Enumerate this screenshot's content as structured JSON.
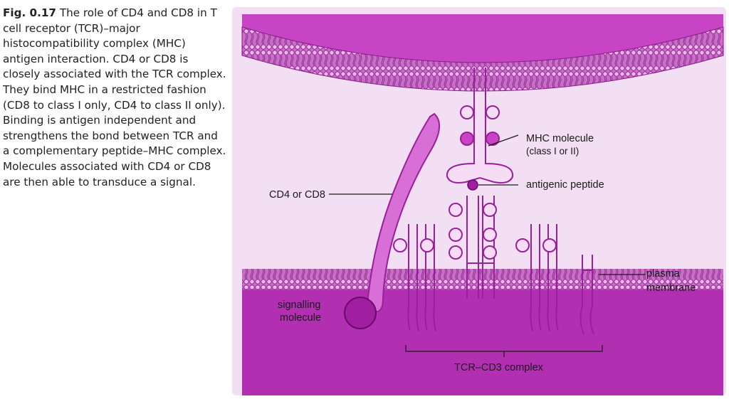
{
  "caption": {
    "fig_label": "Fig. 0.17",
    "text": "The role of CD4 and CD8 in T cell receptor (TCR)–major histocompatibility complex (MHC) antigen interaction. CD4 or CD8 is closely associated with the TCR complex. They bind MHC in a restricted fashion (CD8 to class I only, CD4 to class II only). Binding is antigen independent and strengthens the bond between TCR and a complementary peptide–MHC complex. Molecules associated with CD4 or CD8 are then able to transduce a signal."
  },
  "labels": {
    "mhc_line1": "MHC molecule",
    "mhc_line2": "(class I or II)",
    "antigenic_peptide": "antigenic peptide",
    "cd4_cd8": "CD4 or CD8",
    "plasma_line1": "plasma",
    "plasma_line2": "membrane",
    "signalling_line1": "signalling",
    "signalling_line2": "molecule",
    "tcr_cd3": "TCR–CD3 complex"
  },
  "colors": {
    "panel_bg": "#f3dff3",
    "membrane_fill": "#c23fc0",
    "membrane_head": "#e9a9e6",
    "cytoplasm": "#b02cb0",
    "molecule_stroke": "#9a1f9a",
    "molecule_fill": "#f6dcf5",
    "cd4_fill": "#d86fd6",
    "peptide": "#a01ea0"
  }
}
